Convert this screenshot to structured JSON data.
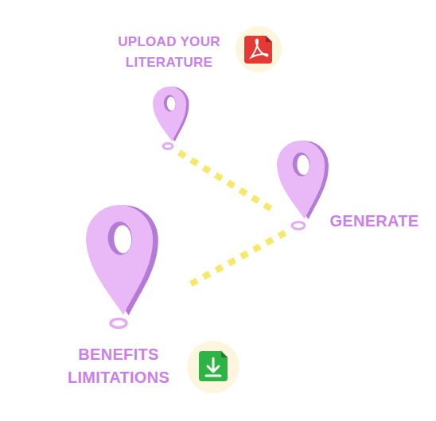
{
  "diagram": {
    "nodes": [
      {
        "text": [
          "UPLOAD YOUR LITERATURE"
        ]
      },
      {
        "text": [
          "GENERATE"
        ]
      },
      {
        "text": [
          "BENEFITS LIMITATIONS"
        ]
      }
    ],
    "edges": [
      {
        "from": 0,
        "to": 1,
        "arrow": "none"
      },
      {
        "from": 1,
        "to": 2,
        "arrow": "none"
      }
    ]
  }
}
